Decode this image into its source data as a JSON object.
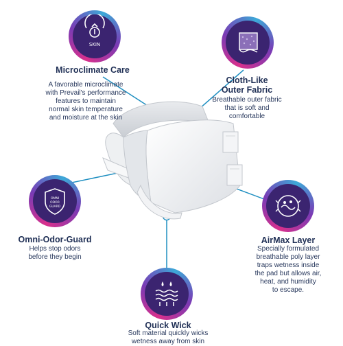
{
  "features": {
    "microclimate": {
      "title": "Microclimate Care",
      "desc_lines": [
        "A favorable microclimate",
        "with Prevail's performance",
        "features to maintain",
        "normal skin temperature",
        "and moisture at the skin"
      ],
      "icon": "skin-thermometer-icon",
      "icon_text": "SKIN"
    },
    "cloth": {
      "title_lines": [
        "Cloth-Like",
        "Outer Fabric"
      ],
      "desc_lines": [
        "Breathable outer fabric",
        "that is soft and",
        "comfortable"
      ],
      "icon": "fabric-swatch-icon"
    },
    "omni": {
      "title": "Omni-Odor-Guard",
      "desc_lines": [
        "Helps stop odors",
        "before they begin"
      ],
      "icon": "shield-icon",
      "icon_text_lines": [
        "OMNI",
        "ODOR",
        "GUARD"
      ]
    },
    "airmax": {
      "title": "AirMax Layer",
      "desc_lines": [
        "Specially formulated",
        "breathable poly layer",
        "traps wetness inside",
        "the pad but allows air,",
        "heat, and humidity",
        "to escape."
      ],
      "icon": "airmax-layer-icon"
    },
    "wick": {
      "title": "Quick Wick",
      "desc_lines": [
        "Soft material quickly wicks",
        "wetness away from skin"
      ],
      "icon": "wicking-layers-icon"
    }
  },
  "colors": {
    "connector": "#1f8fc1",
    "title": "#1f2f55",
    "icon_bg": "#3b2470",
    "accent_pink": "#d9308c",
    "accent_blue": "#3da9d8"
  }
}
